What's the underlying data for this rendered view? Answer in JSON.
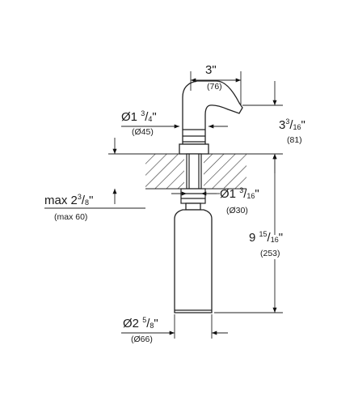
{
  "dimensions": {
    "spout_reach": {
      "imperial": "3\"",
      "metric": "(76)"
    },
    "spout_height": {
      "whole": "3",
      "num": "3",
      "den": "16",
      "unit": "\"",
      "metric": "(81)"
    },
    "flange_diameter": {
      "prefix": "Ø1",
      "num": "3",
      "den": "4",
      "unit": "\"",
      "metric": "(Ø45)"
    },
    "shank_diameter": {
      "prefix": "Ø1",
      "num": "3",
      "den": "16",
      "unit": "\"",
      "metric": "(Ø30)"
    },
    "max_deck": {
      "prefix": "max 2",
      "num": "3",
      "den": "8",
      "unit": "\"",
      "metric": "(max 60)"
    },
    "total_height": {
      "whole": "9",
      "num": "15",
      "den": "16",
      "unit": "\"",
      "metric": "(253)"
    },
    "bottle_diameter": {
      "prefix": "Ø2",
      "num": "5",
      "den": "8",
      "unit": "\"",
      "metric": "(Ø66)"
    }
  }
}
